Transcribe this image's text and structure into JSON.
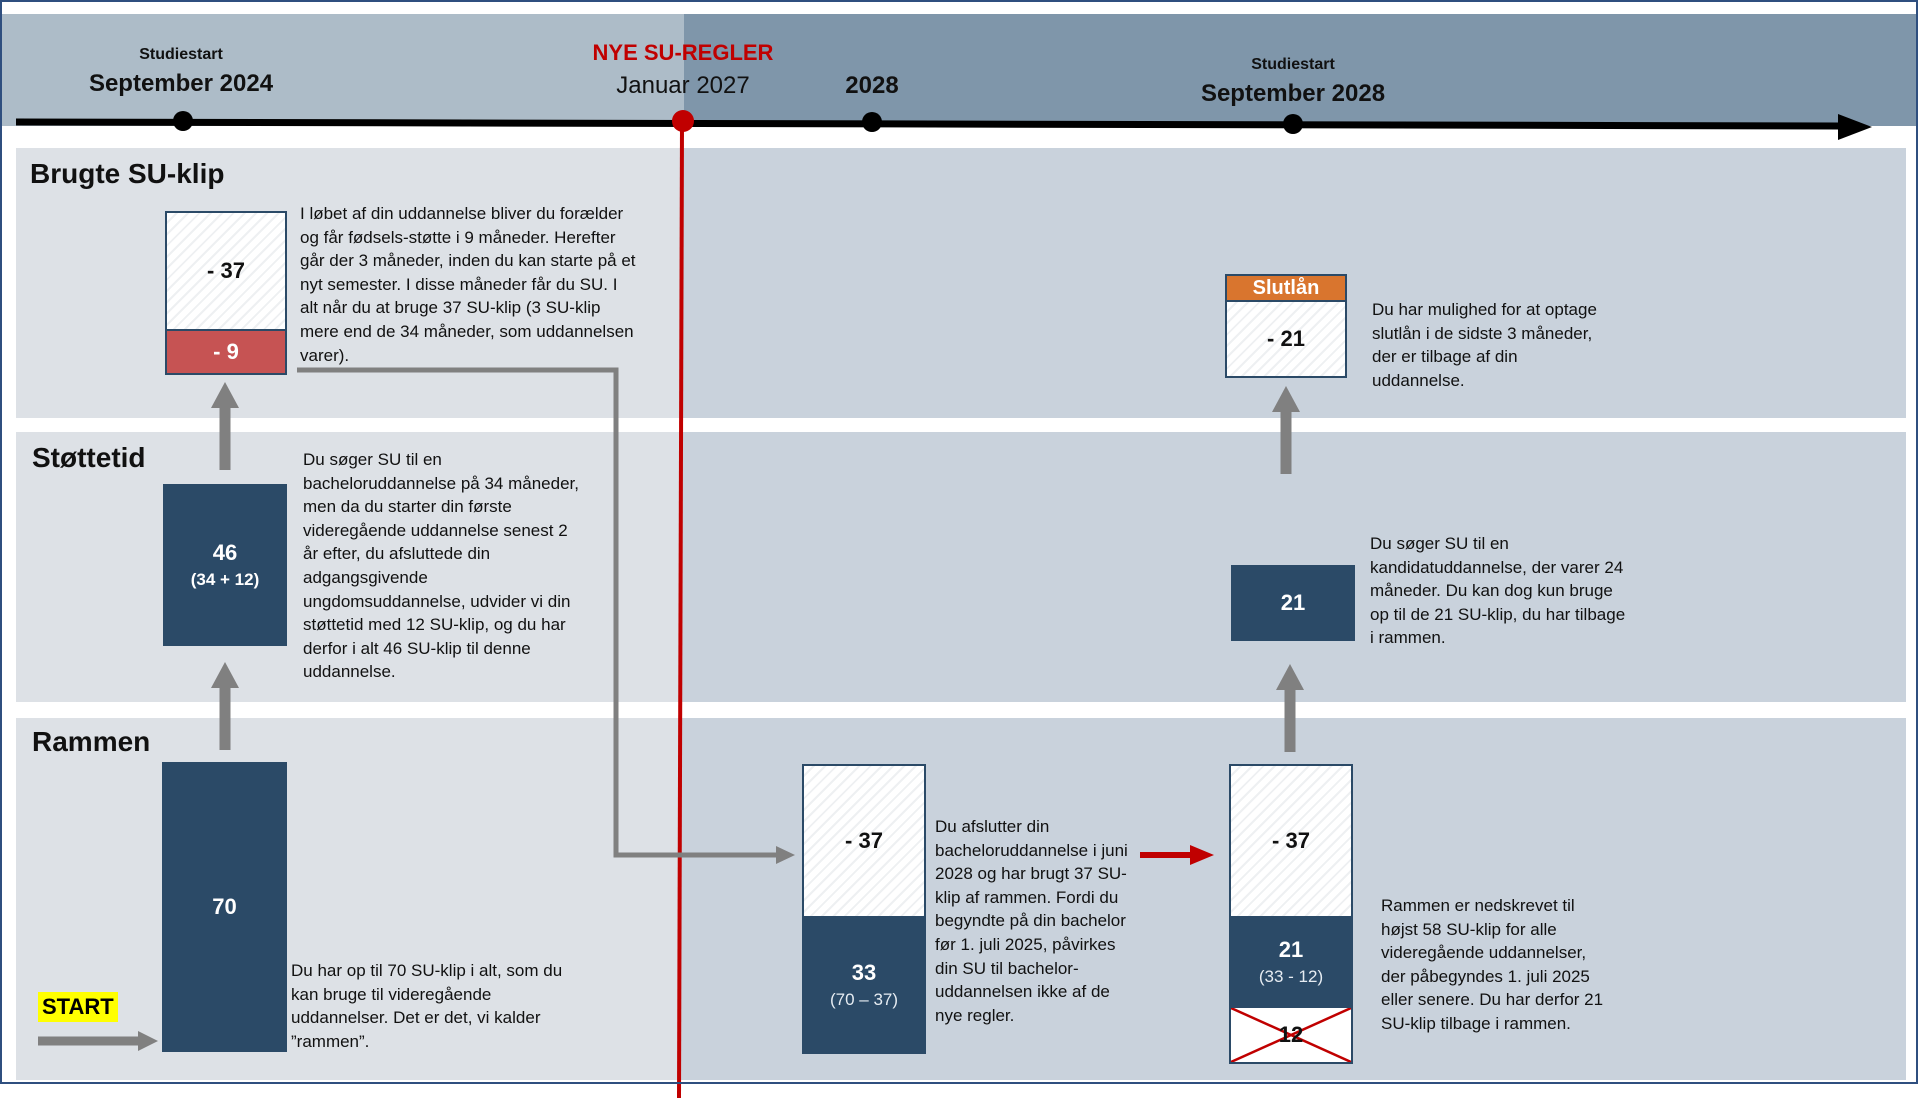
{
  "timeline": {
    "m1_small": "Studiestart",
    "m1_big": "September 2024",
    "m2_red": "NYE SU-REGLER",
    "m2_big": "Januar 2027",
    "m3_big": "2028",
    "m4_small": "Studiestart",
    "m4_big": "September 2028"
  },
  "sections": {
    "brugte": "Brugte SU-klip",
    "stottetid": "Støttetid",
    "rammen": "Rammen"
  },
  "boxes": {
    "b1_top": "- 37",
    "b1_red": "- 9",
    "b2_value": "46",
    "b2_sub": "(34 + 12)",
    "b3_value": "70",
    "b4_top": "- 37",
    "b4_value": "33",
    "b4_sub": "(70 – 37)",
    "b5_top": "- 37",
    "b5_value": "21",
    "b5_sub": "(33 - 12)",
    "b5_crossed": "12",
    "b6_value": "21",
    "slut_label": "Slutlån",
    "slut_value": "- 21",
    "start": "START"
  },
  "texts": {
    "t1": "I løbet af din uddannelse bliver du forælder og får fødsels-støtte i 9 måneder. Herefter går der 3 måneder, inden du kan starte på et nyt semester. I disse måneder får du SU. I alt når du at bruge 37 SU-klip (3 SU-klip mere end de 34 måneder, som uddannelsen varer).",
    "t2": "Du søger SU til en bacheloruddannelse på 34 måneder, men da du starter din første videregående uddannelse senest 2 år efter, du afsluttede din adgangsgivende ungdomsuddannelse, udvider vi din støttetid med 12 SU-klip, og du har derfor i alt 46 SU-klip til denne uddannelse.",
    "t3": "Du har op til 70 SU-klip i alt, som du kan bruge til videregående uddannelser. Det er det, vi kalder ”rammen”.",
    "t4": "Du afslutter din bacheloruddannelse i juni 2028 og har brugt 37 SU-klip af rammen. Fordi du begyndte på din bachelor før 1. juli 2025, påvirkes din SU til bachelor-uddannelsen ikke af de nye regler.",
    "t5": "Rammen er nedskrevet til højst 58 SU-klip for alle videregående uddannelser, der påbegyndes 1. juli 2025 eller senere. Du har derfor 21 SU-klip tilbage i rammen.",
    "t6": "Du søger SU til en kandidatuddannelse, der varer 24 måneder. Du kan dog kun bruge op til de 21 SU-klip, du har tilbage i rammen.",
    "t7": "Du har mulighed for at optage slutlån i de sidste 3 måneder, der er tilbage af din uddannelse."
  },
  "colors": {
    "dark_box": "#2b4a67",
    "red_accent": "#c00000",
    "red_box": "#c65353",
    "orange_header": "#d9752e",
    "start_highlight": "#ffff00"
  }
}
